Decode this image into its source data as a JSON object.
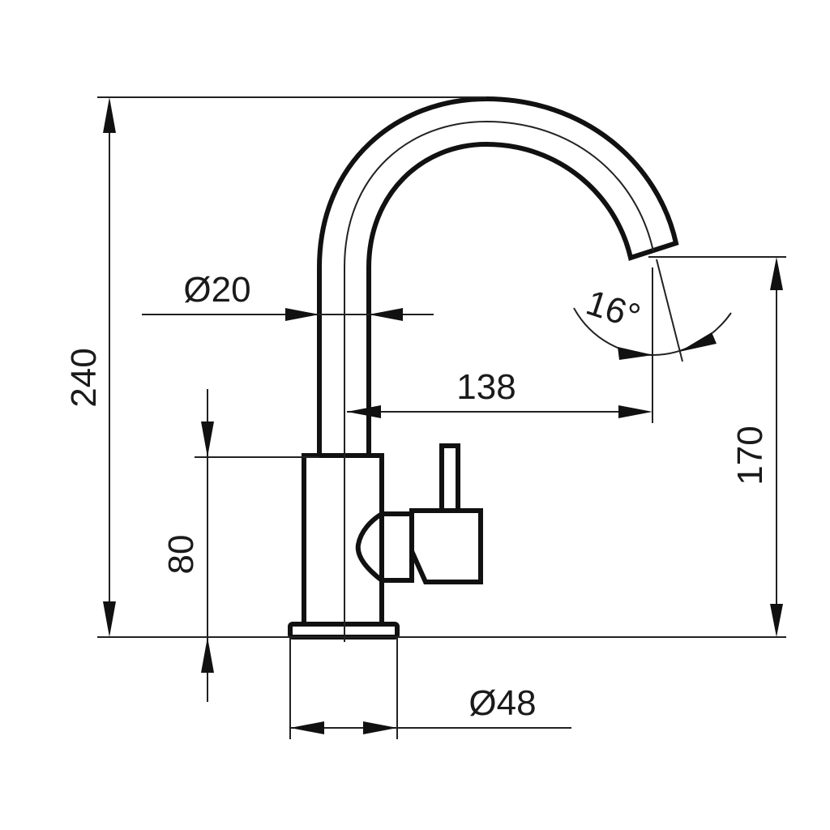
{
  "drawing": {
    "subject": "faucet-technical-drawing",
    "dimensions": {
      "total_height": "240",
      "spout_height": "170",
      "body_height": "80",
      "spout_reach": "138",
      "pipe_diameter": "Ø20",
      "base_diameter": "Ø48",
      "spout_angle": "16°"
    }
  }
}
